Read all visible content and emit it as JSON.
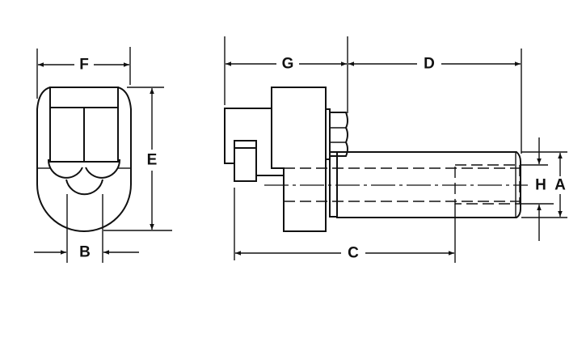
{
  "dimensions": {
    "F": "F",
    "E": "E",
    "B": "B",
    "G": "G",
    "D": "D",
    "H": "H",
    "A": "A",
    "C": "C"
  }
}
